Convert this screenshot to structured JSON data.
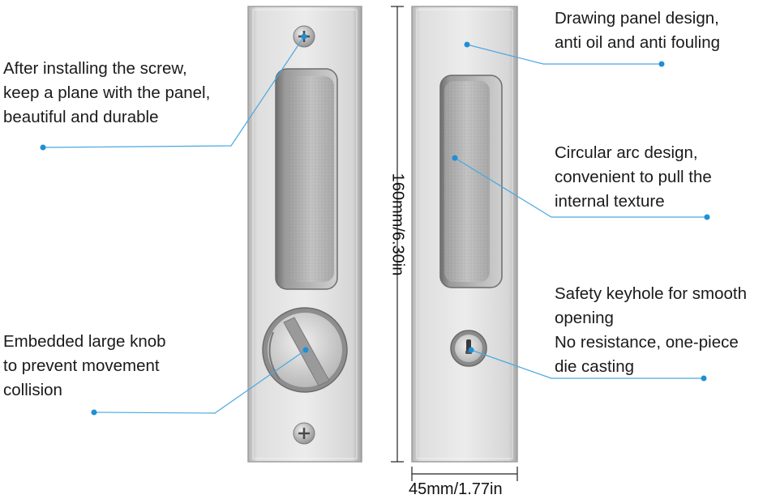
{
  "annotations": {
    "screw": [
      "After installing the screw,",
      "keep a plane with the panel,",
      "beautiful and durable"
    ],
    "knob": [
      "Embedded large knob",
      "to prevent movement",
      "collision"
    ],
    "panel": [
      "Drawing panel design,",
      "anti oil and anti fouling"
    ],
    "arc": [
      "Circular arc design,",
      "convenient to pull the",
      "internal texture"
    ],
    "keyhole": [
      "Safety keyhole for smooth",
      "opening",
      "No resistance, one-piece",
      "die casting"
    ]
  },
  "dimensions": {
    "height": "160mm/6.30in",
    "width": "45mm/1.77in"
  },
  "colors": {
    "leader_line": "#4aa8e0",
    "leader_dot": "#1f8fd6",
    "metal_light": "#e9e9e9",
    "metal_dark": "#a9a9a9"
  }
}
